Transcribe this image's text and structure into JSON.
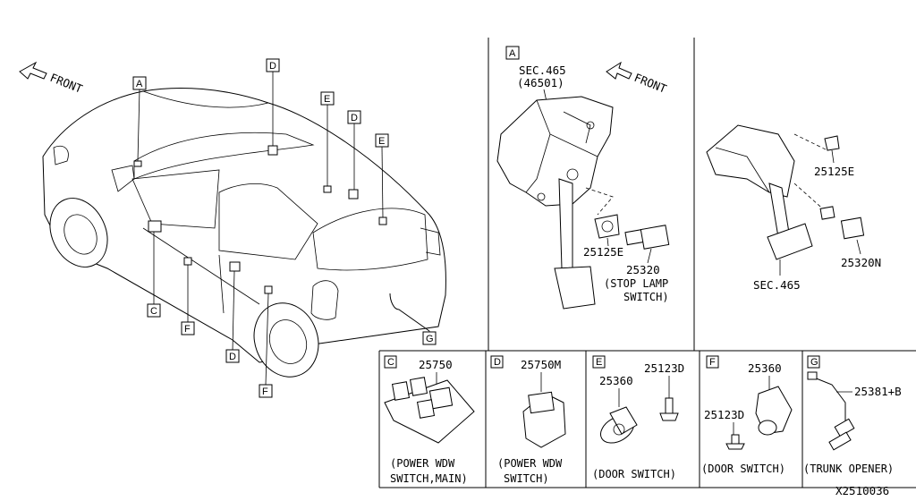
{
  "front_label": "FRONT",
  "callout_letters": {
    "car_a": "A",
    "car_d1": "D",
    "car_e1": "E",
    "car_d2": "D",
    "car_e2": "E",
    "car_c": "C",
    "car_f1": "F",
    "car_d3": "D",
    "car_f2": "F",
    "car_g": "G"
  },
  "panel_a": {
    "letter": "A",
    "sec_label": "SEC.465",
    "sec_sub": "(46501)",
    "front_label": "FRONT",
    "part_25125e": "25125E",
    "part_25320": "25320",
    "stop_lamp_1": "(STOP LAMP",
    "stop_lamp_2": "SWITCH)"
  },
  "panel_right": {
    "part_25125e": "25125E",
    "part_25320n": "25320N",
    "sec_label": "SEC.465"
  },
  "panel_c": {
    "letter": "C",
    "part": "25750",
    "caption_1": "(POWER WDW",
    "caption_2": "SWITCH,MAIN)"
  },
  "panel_d": {
    "letter": "D",
    "part": "25750M",
    "caption_1": "(POWER WDW",
    "caption_2": "SWITCH)"
  },
  "panel_e": {
    "letter": "E",
    "part_1": "25360",
    "part_2": "25123D",
    "caption": "(DOOR SWITCH)"
  },
  "panel_f": {
    "letter": "F",
    "part_1": "25360",
    "part_2": "25123D",
    "caption": "(DOOR SWITCH)"
  },
  "panel_g": {
    "letter": "G",
    "part": "25381+B",
    "caption": "(TRUNK OPENER)"
  },
  "diagram_id": "X2510036"
}
